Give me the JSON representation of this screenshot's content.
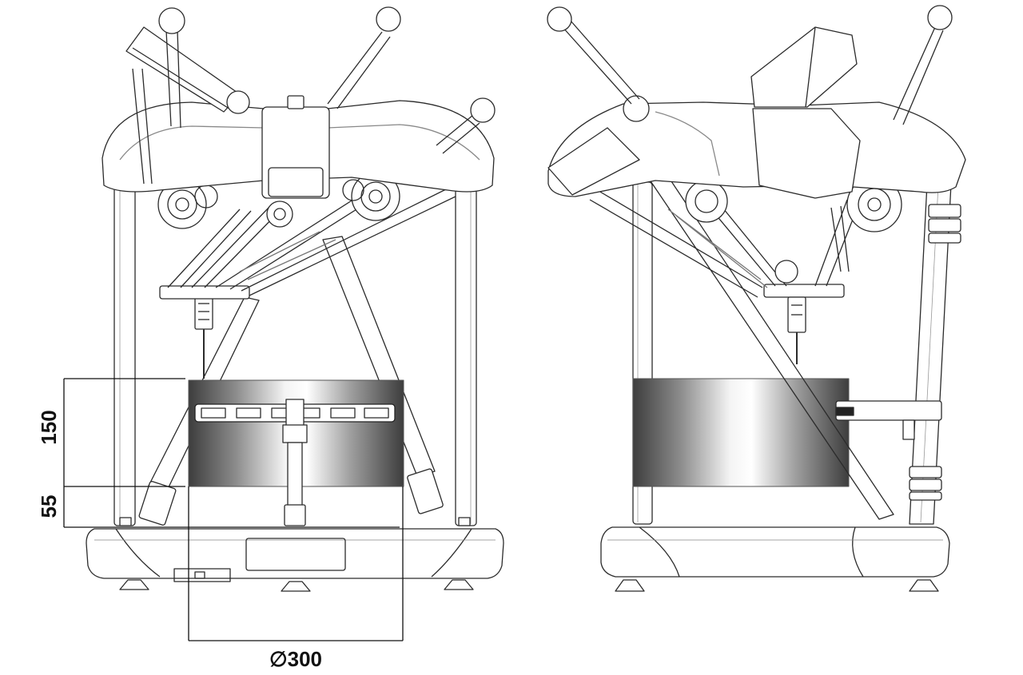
{
  "dimensions": {
    "height_total": "150",
    "height_base": "55",
    "diameter": "∅300"
  },
  "colors": {
    "line": "#2b2b2b",
    "thin": "#6a6a6a",
    "dark_metal": "#3a3a3a"
  }
}
